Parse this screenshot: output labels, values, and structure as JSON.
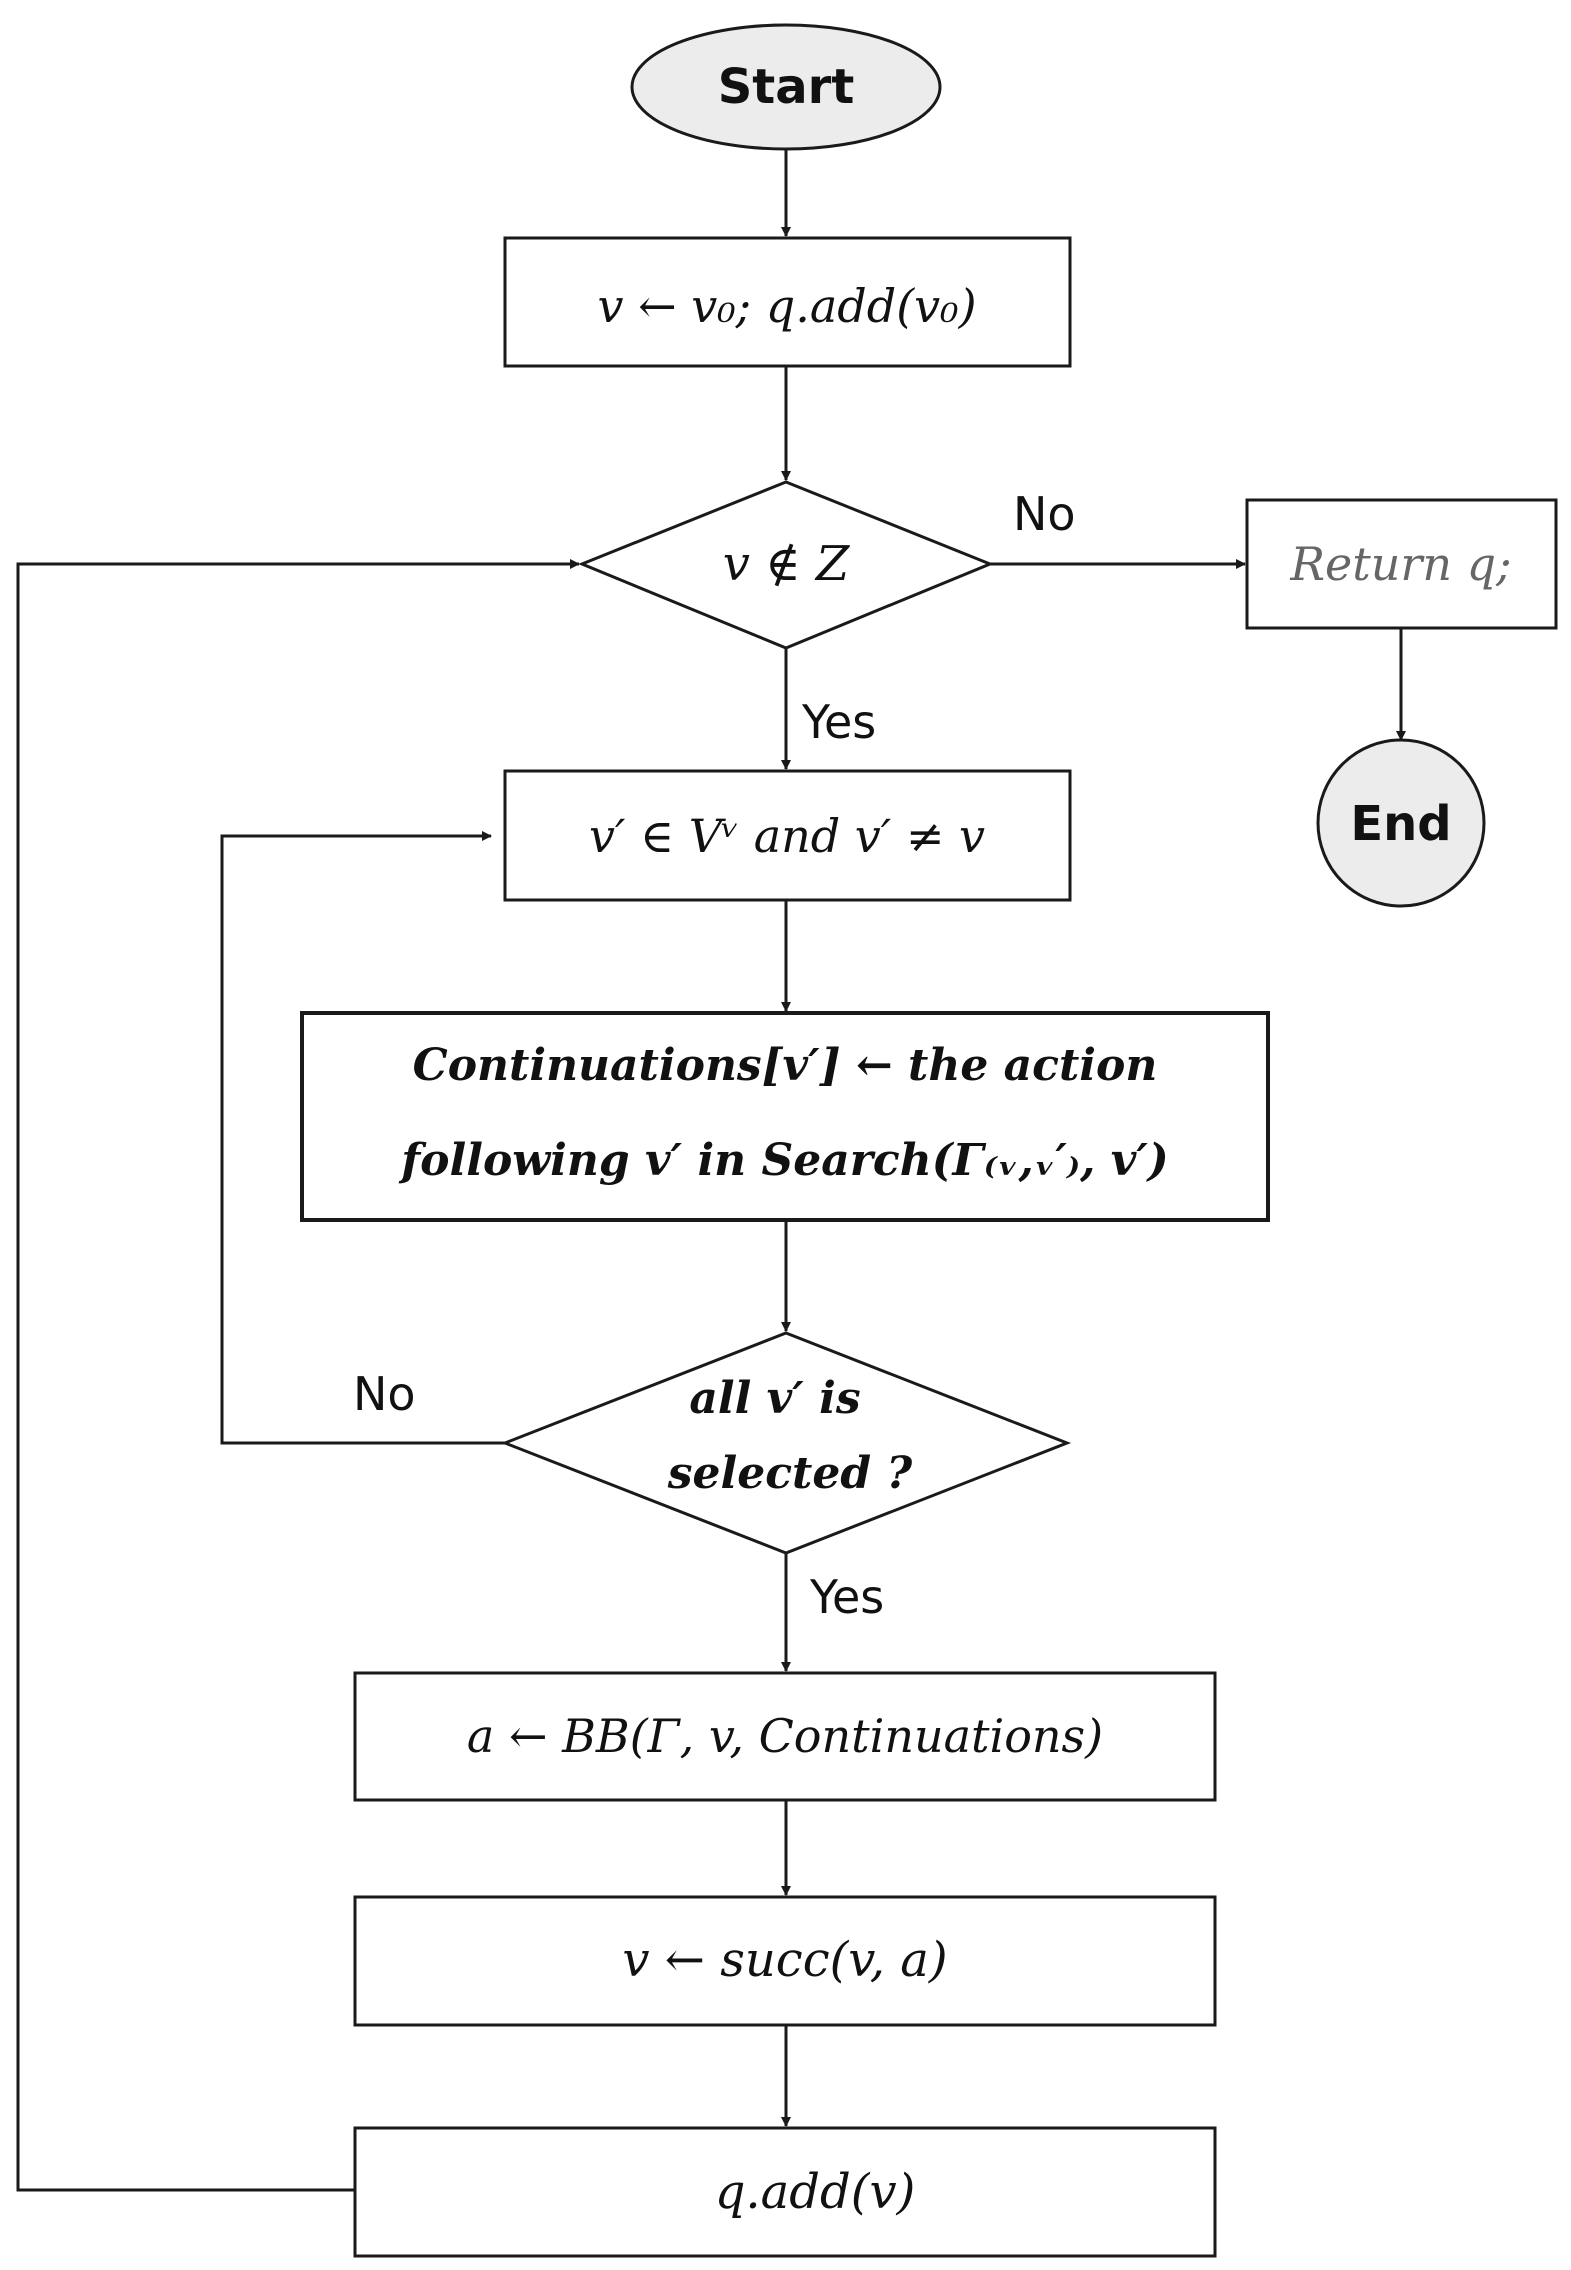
{
  "nodes": {
    "start": "Start",
    "end": "End",
    "init": "v ← v₀; q.add(v₀)",
    "decision_terminal": "v ∉ Z",
    "return": "Return q;",
    "successor": "v′ ∈ Vᵛ and v′ ≠ v",
    "continuations_line1": "Continuations[v′] ← the action",
    "continuations_line2": "following v′ in Search(Γ₍ᵥ,ᵥ′₎, v′)",
    "decision_selected_line1": "all v′ is",
    "decision_selected_line2": "selected ?",
    "bb": "a ← BB(Γ, v, Continuations)",
    "succ": "v ← succ(v, a)",
    "add": "q.add(v)"
  },
  "edge_labels": {
    "terminal_no": "No",
    "terminal_yes": "Yes",
    "selected_no": "No",
    "selected_yes": "Yes"
  },
  "colors": {
    "terminal_fill": "#ececec",
    "stroke": "#1a1a1a"
  }
}
